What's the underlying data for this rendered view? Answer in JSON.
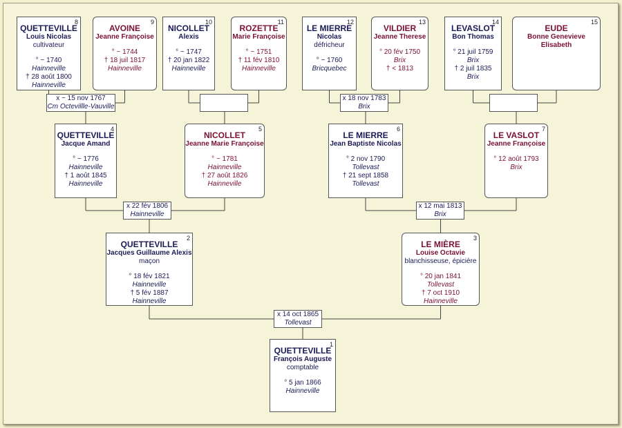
{
  "persons": {
    "p1": {
      "num": "1",
      "surname": "QUETTEVILLE",
      "given": "François Auguste",
      "occupation": "comptable",
      "events": [
        {
          "text": "° 5 jan 1866",
          "place": "Hainneville"
        }
      ]
    },
    "p2": {
      "num": "2",
      "surname": "QUETTEVILLE",
      "given": "Jacques Guillaume Alexis",
      "occupation": "maçon",
      "events": [
        {
          "text": "° 18 fév 1821",
          "place": "Hainneville"
        },
        {
          "text": "† 5 fév 1887",
          "place": "Hainneville"
        }
      ]
    },
    "p3": {
      "num": "3",
      "surname": "LE MIÈRE",
      "given": "Louise Octavie",
      "occupation": "blanchisseuse, épicière",
      "events": [
        {
          "text": "° 20 jan 1841",
          "place": "Tollevast"
        },
        {
          "text": "† 7 oct 1910",
          "place": "Hainneville"
        }
      ]
    },
    "p4": {
      "num": "4",
      "surname": "QUETTEVILLE",
      "given": "Jacque Amand",
      "occupation": "",
      "events": [
        {
          "text": "° ~ 1776",
          "place": "Hainneville"
        },
        {
          "text": "† 1 août 1845",
          "place": "Hainneville"
        }
      ]
    },
    "p5": {
      "num": "5",
      "surname": "NICOLLET",
      "given": "Jeanne Marie Françoise",
      "occupation": "",
      "events": [
        {
          "text": "° ~ 1781",
          "place": "Hainneville"
        },
        {
          "text": "† 27 août 1826",
          "place": "Hainneville"
        }
      ]
    },
    "p6": {
      "num": "6",
      "surname": "LE MIERRE",
      "given": "Jean Baptiste Nicolas",
      "occupation": "",
      "events": [
        {
          "text": "° 2 nov 1790",
          "place": "Tollevast"
        },
        {
          "text": "† 21 sept 1858",
          "place": "Tollevast"
        }
      ]
    },
    "p7": {
      "num": "7",
      "surname": "LE VASLOT",
      "given": "Jeanne Françoise",
      "occupation": "",
      "events": [
        {
          "text": "° 12 août 1793",
          "place": "Brix"
        }
      ]
    },
    "p8": {
      "num": "8",
      "surname": "QUETTEVILLE",
      "given": "Louis Nicolas",
      "occupation": "cultivateur",
      "events": [
        {
          "text": "° ~ 1740",
          "place": "Hainneville"
        },
        {
          "text": "† 28 août 1800",
          "place": "Hainneville"
        }
      ]
    },
    "p9": {
      "num": "9",
      "surname": "AVOINE",
      "given": "Jeanne Françoise",
      "occupation": "",
      "events": [
        {
          "text": "° ~ 1744",
          "place": ""
        },
        {
          "text": "† 18 juil 1817",
          "place": "Hainneville"
        }
      ]
    },
    "p10": {
      "num": "10",
      "surname": "NICOLLET",
      "given": "Alexis",
      "occupation": "",
      "events": [
        {
          "text": "° ~ 1747",
          "place": ""
        },
        {
          "text": "† 20 jan 1822",
          "place": "Hainneville"
        }
      ]
    },
    "p11": {
      "num": "11",
      "surname": "ROZETTE",
      "given": "Marie Françoise",
      "occupation": "",
      "events": [
        {
          "text": "° ~ 1751",
          "place": ""
        },
        {
          "text": "† 11 fév 1810",
          "place": "Hainneville"
        }
      ]
    },
    "p12": {
      "num": "12",
      "surname": "LE MIERRE",
      "given": "Nicolas",
      "occupation": "défricheur",
      "events": [
        {
          "text": "° ~ 1760",
          "place": "Bricquebec"
        }
      ]
    },
    "p13": {
      "num": "13",
      "surname": "VILDIER",
      "given": "Jeanne Therese",
      "occupation": "",
      "events": [
        {
          "text": "° 20 fév 1750",
          "place": "Brix"
        },
        {
          "text": "† < 1813",
          "place": ""
        }
      ]
    },
    "p14": {
      "num": "14",
      "surname": "LEVASLOT",
      "given": "Bon Thomas",
      "occupation": "",
      "events": [
        {
          "text": "° 21 juil 1759",
          "place": "Brix"
        },
        {
          "text": "† 2 juil 1835",
          "place": "Brix"
        }
      ]
    },
    "p15": {
      "num": "15",
      "surname": "EUDE",
      "given": "Bonne Genevieve Elisabeth",
      "occupation": "",
      "events": []
    }
  },
  "marriages": {
    "m8": {
      "text": "x ~ 15 nov 1767",
      "place": "Cm Octevillle-Vauville"
    },
    "m10": {
      "text": "",
      "place": ""
    },
    "m12": {
      "text": "x 18 nov 1783",
      "place": "Brix"
    },
    "m14": {
      "text": "",
      "place": ""
    },
    "m4": {
      "text": "x 22 fév 1806",
      "place": "Hainneville"
    },
    "m6": {
      "text": "x 12 mai 1813",
      "place": "Brix"
    },
    "m2": {
      "text": "x 14 oct 1865",
      "place": "Tollevast"
    }
  }
}
